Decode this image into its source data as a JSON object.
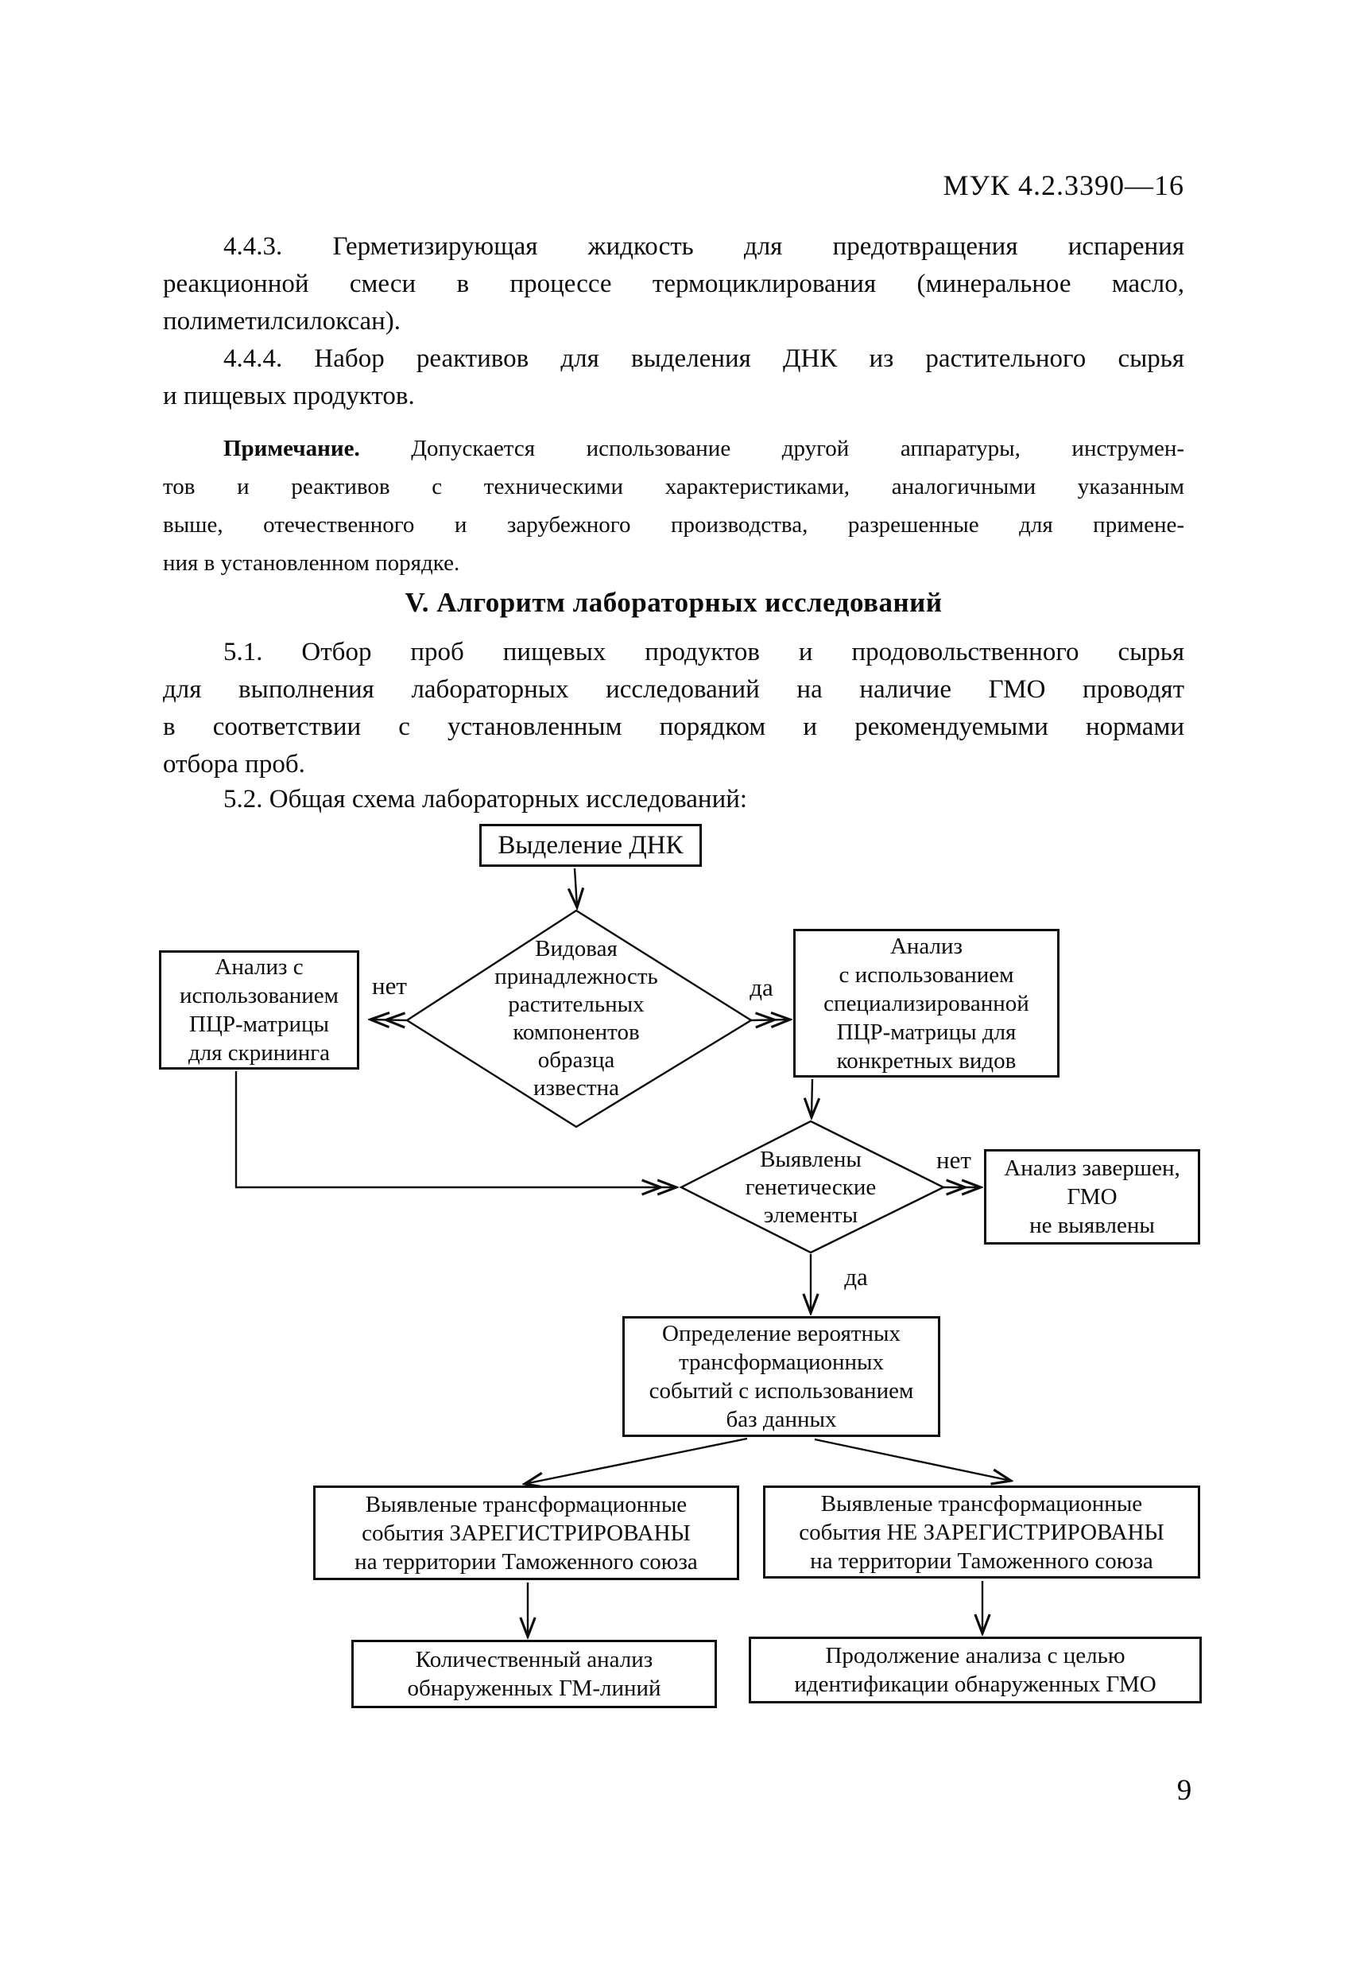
{
  "page": {
    "header": "МУК 4.2.3390—16",
    "number": "9"
  },
  "body": {
    "p443": "4.4.3. Герметизирующая жидкость для предотвращения испарения\nреакционной смеси в процессе термоциклирования (минеральное масло,\nполиметилсилоксан).",
    "p444": "4.4.4. Набор реактивов для выделения ДНК из растительного сырья\nи пищевых продуктов.",
    "note": {
      "label": "Примечание.",
      "line1_rest": " Допускается использование другой аппаратуры, инструмен-",
      "rest": "тов и реактивов с техническими характеристиками, аналогичными указанным\nвыше, отечественного и зарубежного производства, разрешенные для примене-\nния в установленном порядке."
    },
    "heading_v": "V. Алгоритм лабораторных исследований",
    "p51": "5.1. Отбор проб пищевых продуктов и продовольственного сырья\nдля выполнения лабораторных исследований на наличие ГМО проводят\nв соответствии с установленным порядком и рекомендуемыми нормами\nотбора проб.",
    "p52": "5.2. Общая схема лабораторных исследований:"
  },
  "flowchart": {
    "nodes": {
      "extract_dna": "Выделение ДНК",
      "species_known": "Видовая\nпринадлежность\nрастительных\nкомпонентов\nобразца\nизвестна",
      "screening_pcr": "Анализ с\nиспользованием\nПЦР-матрицы\nдля скрининга",
      "specialized_pcr": "Анализ\nс использованием\nспециализированной\nПЦР-матрицы для\nконкретных видов",
      "genetic_found": "Выявлены\nгенетические\nэлементы",
      "analysis_done": "Анализ завершен,\nГМО\nне выявлены",
      "probable_events": "Определение вероятных\nтрансформационных\nсобытий с использованием\nбаз данных",
      "registered": "Выявленые трансформационные\nсобытия ЗАРЕГИСТРИРОВАНЫ\nна территории Таможенного союза",
      "not_registered": "Выявленые трансформационные\nсобытия НЕ ЗАРЕГИСТРИРОВАНЫ\nна территории Таможенного союза",
      "quantitative": "Количественный анализ\nобнаруженных ГМ-линий",
      "continue_id": "Продолжение анализа с целью\nидентификации обнаруженных ГМО"
    },
    "edge_labels": {
      "no1": "нет",
      "yes1": "да",
      "no2": "нет",
      "yes2": "да"
    }
  },
  "colors": {
    "ink": "#0c0c0c",
    "paper": "#ffffff"
  }
}
